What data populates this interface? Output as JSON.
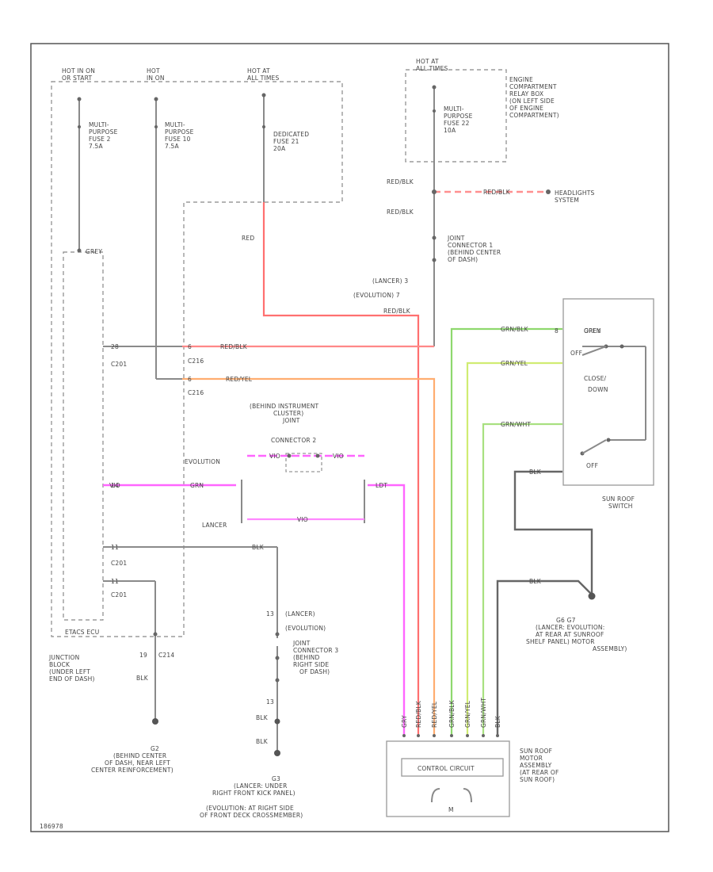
{
  "colors": {
    "red": "#ff7070",
    "red_dashed": "#ff9090",
    "orange": "#ffad70",
    "magenta": "#ff66ff",
    "green": "#8ed86e",
    "yellow_green": "#d0ec72",
    "gray": "#8a8a8a"
  },
  "power": {
    "hot1": [
      "HOT IN ON",
      "OR START"
    ],
    "hot2": [
      "HOT",
      "IN ON"
    ],
    "hot3": [
      "HOT AT",
      "ALL TIMES"
    ],
    "hot4": [
      "HOT AT",
      "ALL TIMES"
    ]
  },
  "fuses": {
    "f1": [
      "MULTI-",
      "PURPOSE",
      "FUSE 2",
      "7.5A"
    ],
    "f2": [
      "MULTI-",
      "PURPOSE",
      "FUSE 10",
      "7.5A"
    ],
    "f3": [
      "DEDICATED",
      "FUSE 21",
      "20A"
    ],
    "f4": [
      "MULTI-",
      "PURPOSE",
      "FUSE 22",
      "10A"
    ]
  },
  "engine_relay_box": [
    "ENGINE",
    "COMPARTMENT",
    "RELAY BOX",
    "(ON LEFT SIDE",
    "OF ENGINE",
    "COMPARTMENT)"
  ],
  "wires": {
    "red_blk_1": "RED/BLK",
    "red_blk_dash": "RED/BLK",
    "red_blk_2": "RED/BLK",
    "red": "RED",
    "red_blk_3": "RED/BLK",
    "red_blk_4": "RED/BLK",
    "red_yel": "RED/YEL",
    "grn_blk": "GRN/BLK",
    "grn_yel": "GRN/YEL",
    "grn_wht": "GRN/WHT",
    "blk": "BLK",
    "vio": "VIO",
    "grn": "GRN",
    "ldt": "LDT",
    "blk_joint": "BLK",
    "blk_jb": "BLK",
    "blk_g2_a": "BLK",
    "blk_g2_b": "BLK",
    "blk_switch": "BLK",
    "blk_g3": "BLK",
    "grey": "GREY"
  },
  "headlights_system": [
    "HEADLIGHTS",
    "SYSTEM"
  ],
  "joint_connector_1": [
    "JOINT",
    "CONNECTOR 1",
    "(BEHIND CENTER",
    "OF DASH)"
  ],
  "lancer_evolution": {
    "lancer": "(LANCER)  3",
    "evolution": "(EVOLUTION)  7"
  },
  "pins": {
    "p1": "28",
    "p2": "6",
    "p3": "6",
    "p4": "14",
    "p5": "11",
    "p6": "11",
    "p7": "13",
    "p8": "13",
    "p9": "19",
    "p10": "8"
  },
  "connectors": {
    "c201": "C201",
    "c216_a": "C216",
    "c216_b": "C216",
    "c201_b": "C201",
    "c201_c": "C201",
    "c214": "C214"
  },
  "etacs": "ETACS ECU",
  "joint_connector_2": [
    "(BEHIND INSTRUMENT",
    "CLUSTER)",
    "JOINT",
    "CONNECTOR 2"
  ],
  "evolution_label": "EVOLUTION",
  "lancer_label": "LANCER",
  "sunroof_switch": {
    "labels": [
      "OPEN",
      "CLOSE/",
      "DOWN",
      "OFF",
      "OFF"
    ],
    "name": [
      "SUN ROOF",
      "SWITCH"
    ]
  },
  "junction_block": [
    "JUNCTION",
    "BLOCK",
    "(UNDER LEFT",
    "END OF DASH)"
  ],
  "joint_connector_3": [
    "(LANCER)",
    "(EVOLUTION)",
    "JOINT",
    "CONNECTOR 3",
    "(BEHIND",
    "RIGHT SIDE",
    "OF DASH)"
  ],
  "ground_g2": [
    "G2",
    "(BEHIND CENTER",
    "OF DASH, NEAR LEFT",
    "CENTER REINFORCEMENT)"
  ],
  "ground_g3": [
    "G3",
    "(LANCER: UNDER",
    "RIGHT FRONT KICK PANEL)",
    "(EVOLUTION: AT RIGHT SIDE",
    "OF FRONT DECK CROSSMEMBER)"
  ],
  "ground_g6": [
    "G6          G7",
    "(LANCER:   EVOLUTION:",
    "AT REAR     AT SUNROOF",
    "SHELF PANEL)  MOTOR",
    "ASSEMBLY)"
  ],
  "motor": {
    "control": "CONTROL CIRCUIT",
    "m": "M",
    "name": [
      "SUN ROOF",
      "MOTOR",
      "ASSEMBLY",
      "(AT REAR OF",
      "SUN ROOF)"
    ]
  },
  "bottom_wires": [
    "GRY",
    "RED/BLK",
    "RED/YEL",
    "GRN/BLK",
    "GRN/YEL",
    "GRN/WHT",
    "BLK"
  ],
  "page_code": "186978"
}
